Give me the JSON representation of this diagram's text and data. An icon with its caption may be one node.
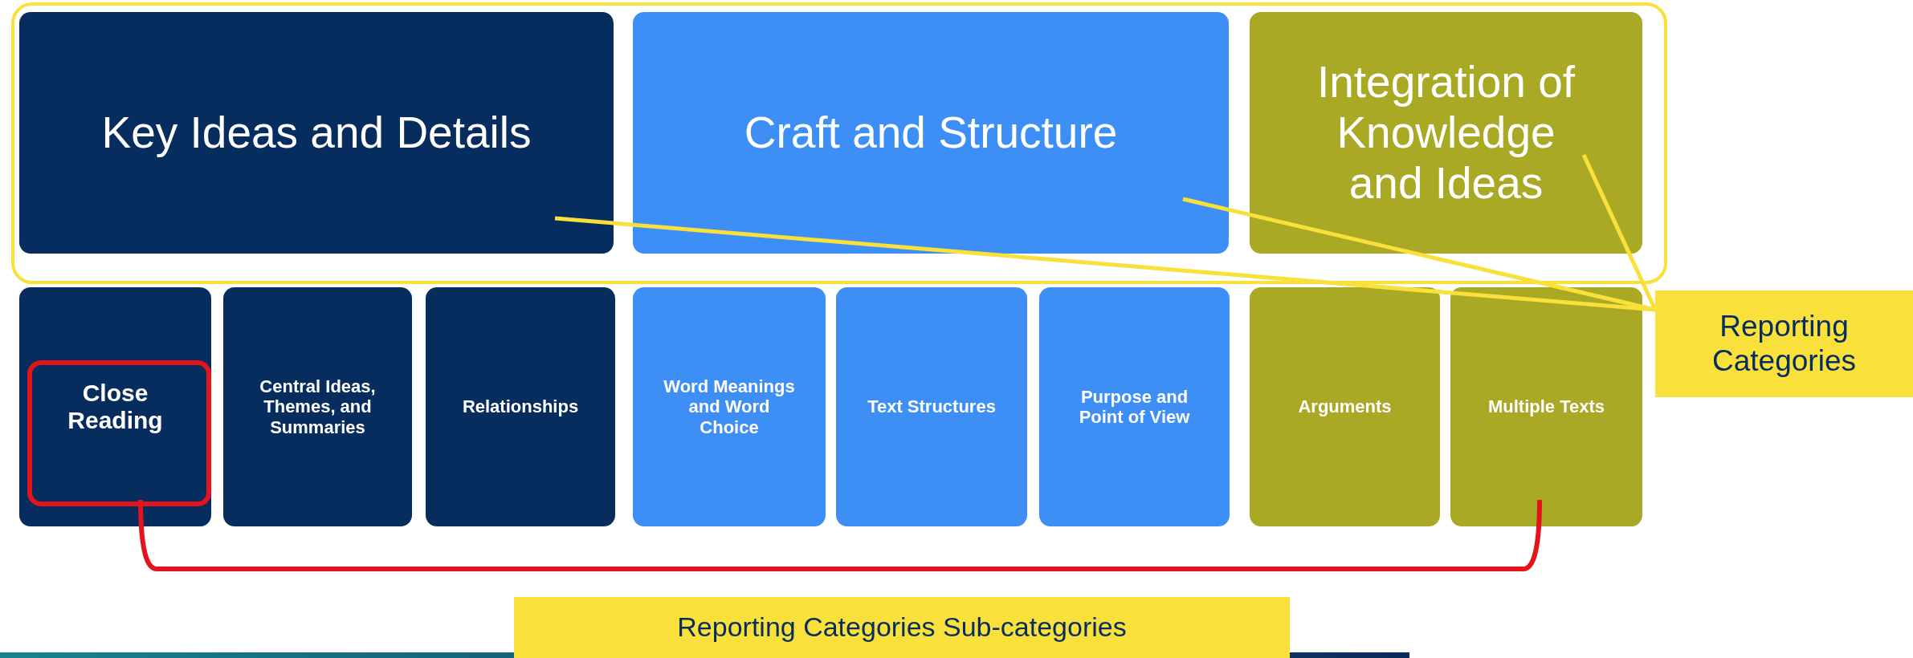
{
  "diagram": {
    "nodes": [
      {
        "text": [
          "Key Ideas and Details"
        ]
      },
      {
        "text": [
          "Craft and Structure"
        ]
      },
      {
        "text": [
          "Integration of Knowledge and Ideas"
        ]
      },
      {
        "text": [
          "Close Reading"
        ]
      },
      {
        "text": [
          "Central Ideas, Themes, and Summaries"
        ]
      },
      {
        "text": [
          "Relationships"
        ]
      },
      {
        "text": [
          "Word Meanings and Word Choice"
        ]
      },
      {
        "text": [
          "Text Structures"
        ]
      },
      {
        "text": [
          "Purpose and Point of View"
        ]
      },
      {
        "text": [
          "Arguments"
        ]
      },
      {
        "text": [
          "Multiple Texts"
        ]
      },
      {
        "text": [
          "Reporting Categories"
        ]
      },
      {
        "text": [
          "Reporting Categories Sub-categories"
        ]
      }
    ],
    "edges": [
      {
        "from": 11,
        "to": 0,
        "arrow": "none"
      },
      {
        "from": 11,
        "to": 1,
        "arrow": "none"
      },
      {
        "from": 11,
        "to": 2,
        "arrow": "none"
      }
    ]
  }
}
